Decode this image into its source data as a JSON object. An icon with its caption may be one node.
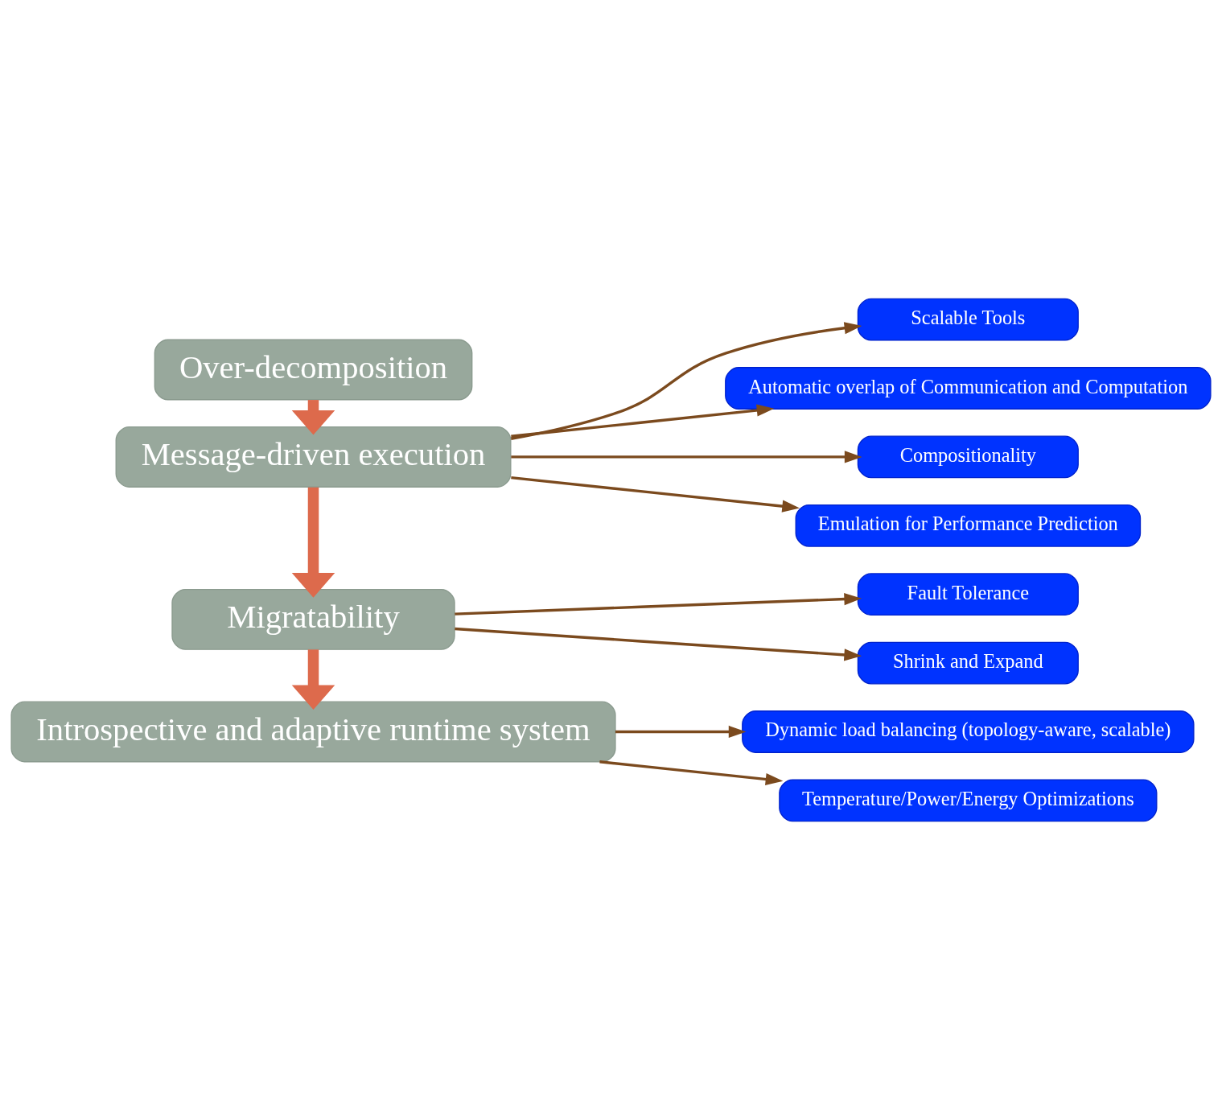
{
  "diagram": {
    "nodes": [
      {
        "text": [
          "Over-decomposition"
        ]
      },
      {
        "text": [
          "Message-driven execution"
        ]
      },
      {
        "text": [
          "Migratability"
        ]
      },
      {
        "text": [
          "Introspective and adaptive runtime system"
        ]
      },
      {
        "text": [
          "Scalable Tools"
        ]
      },
      {
        "text": [
          "Automatic overlap of Communication and Computation"
        ]
      },
      {
        "text": [
          "Compositionality"
        ]
      },
      {
        "text": [
          "Emulation for Performance Prediction"
        ]
      },
      {
        "text": [
          "Fault Tolerance"
        ]
      },
      {
        "text": [
          "Shrink and Expand"
        ]
      },
      {
        "text": [
          "Dynamic load balancing (topology-aware, scalable)"
        ]
      },
      {
        "text": [
          "Temperature/Power/Energy Optimizations"
        ]
      }
    ],
    "edges": [
      {
        "from": 0,
        "to": 1,
        "arrow": "to",
        "style": "thick",
        "color": "#dd6a4c"
      },
      {
        "from": 1,
        "to": 4,
        "arrow": "to"
      },
      {
        "from": 1,
        "to": 5,
        "arrow": "to"
      },
      {
        "from": 1,
        "to": 6,
        "arrow": "to"
      },
      {
        "from": 1,
        "to": 7,
        "arrow": "to"
      },
      {
        "from": 1,
        "to": 2,
        "arrow": "to",
        "style": "thick",
        "color": "#dd6a4c"
      },
      {
        "from": 2,
        "to": 8,
        "arrow": "to"
      },
      {
        "from": 2,
        "to": 9,
        "arrow": "to"
      },
      {
        "from": 2,
        "to": 3,
        "arrow": "to",
        "style": "thick",
        "color": "#dd6a4c"
      },
      {
        "from": 3,
        "to": 10,
        "arrow": "to"
      },
      {
        "from": 3,
        "to": 11,
        "arrow": "to"
      }
    ]
  }
}
